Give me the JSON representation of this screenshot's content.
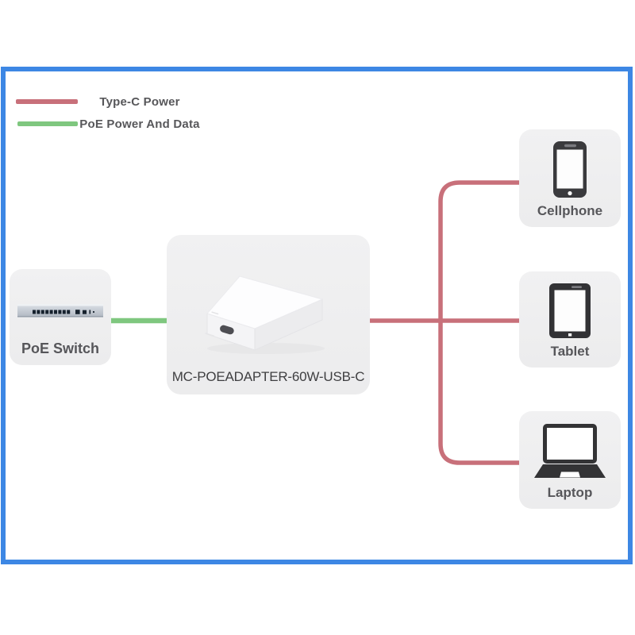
{
  "legend": {
    "items": [
      {
        "label": "Type-C Power",
        "color": "#c8707a"
      },
      {
        "label": "PoE Power And Data",
        "color": "#7fc77f"
      }
    ]
  },
  "nodes": {
    "poe_switch": {
      "label": "PoE Switch"
    },
    "adapter": {
      "label": "MC-POEADAPTER-60W-USB-C"
    },
    "cellphone": {
      "label": "Cellphone"
    },
    "tablet": {
      "label": "Tablet"
    },
    "laptop": {
      "label": "Laptop"
    }
  },
  "connections": [
    {
      "from": "PoE Switch",
      "to": "MC-POEADAPTER-60W-USB-C",
      "type": "PoE Power And Data",
      "color": "#7fc77f"
    },
    {
      "from": "MC-POEADAPTER-60W-USB-C",
      "to": "Cellphone",
      "type": "Type-C Power",
      "color": "#c8707a"
    },
    {
      "from": "MC-POEADAPTER-60W-USB-C",
      "to": "Tablet",
      "type": "Type-C Power",
      "color": "#c8707a"
    },
    {
      "from": "MC-POEADAPTER-60W-USB-C",
      "to": "Laptop",
      "type": "Type-C Power",
      "color": "#c8707a"
    }
  ],
  "colors": {
    "frame_border": "#3d87e4",
    "typec_line": "#c8707a",
    "poe_line": "#7fc77f",
    "node_background": "#efeff0",
    "label_text": "#56565a",
    "icon_dark": "#333335"
  }
}
